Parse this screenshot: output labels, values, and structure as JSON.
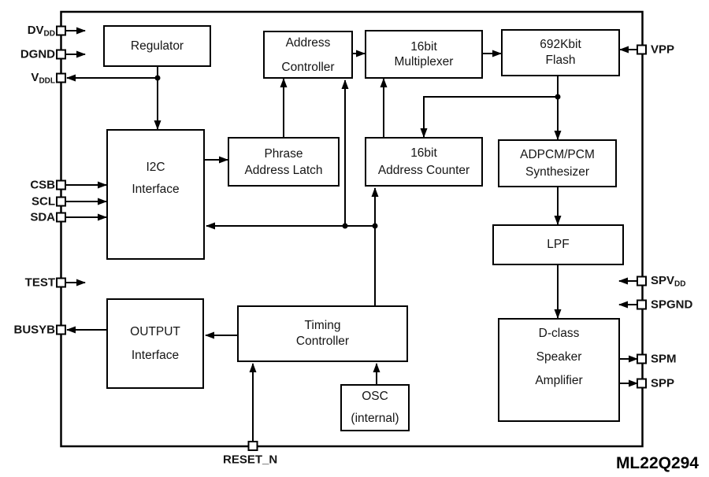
{
  "diagram": {
    "part_number": "ML22Q294",
    "blocks": {
      "regulator": {
        "lines": [
          "Regulator"
        ]
      },
      "address_controller": {
        "lines": [
          "Address",
          "Controller"
        ]
      },
      "multiplexer_16bit": {
        "lines": [
          "16bit",
          "Multiplexer"
        ]
      },
      "flash_692kbit": {
        "lines": [
          "692Kbit",
          "Flash"
        ]
      },
      "phrase_address_latch": {
        "lines": [
          "Phrase",
          "Address Latch"
        ]
      },
      "address_counter_16bit": {
        "lines": [
          "16bit",
          "Address Counter"
        ]
      },
      "adpcm_pcm_synthesizer": {
        "lines": [
          "ADPCM/PCM",
          "Synthesizer"
        ]
      },
      "i2c_interface": {
        "lines": [
          "I2C",
          "Interface"
        ]
      },
      "lpf": {
        "lines": [
          "LPF"
        ]
      },
      "output_interface": {
        "lines": [
          "OUTPUT",
          "Interface"
        ]
      },
      "timing_controller": {
        "lines": [
          "Timing",
          "Controller"
        ]
      },
      "osc_internal": {
        "lines": [
          "OSC",
          "(internal)"
        ]
      },
      "d_class_speaker_amp": {
        "lines": [
          "D-class",
          "Speaker",
          "Amplifier"
        ]
      }
    },
    "pins": {
      "dvdd": {
        "base": "DV",
        "sub": "DD"
      },
      "dgnd": {
        "label": "DGND"
      },
      "vddl": {
        "base": "V",
        "sub": "DDL"
      },
      "csb": {
        "label": "CSB"
      },
      "scl": {
        "label": "SCL"
      },
      "sda": {
        "label": "SDA"
      },
      "test": {
        "label": "TEST"
      },
      "busyb": {
        "label": "BUSYB"
      },
      "reset_n": {
        "label": "RESET_N"
      },
      "vpp": {
        "label": "VPP"
      },
      "spvdd": {
        "base": "SPV",
        "sub": "DD"
      },
      "spgnd": {
        "label": "SPGND"
      },
      "spm": {
        "label": "SPM"
      },
      "spp": {
        "label": "SPP"
      }
    },
    "colors": {
      "line": "#000000",
      "background": "#ffffff",
      "text": "#141414"
    }
  }
}
